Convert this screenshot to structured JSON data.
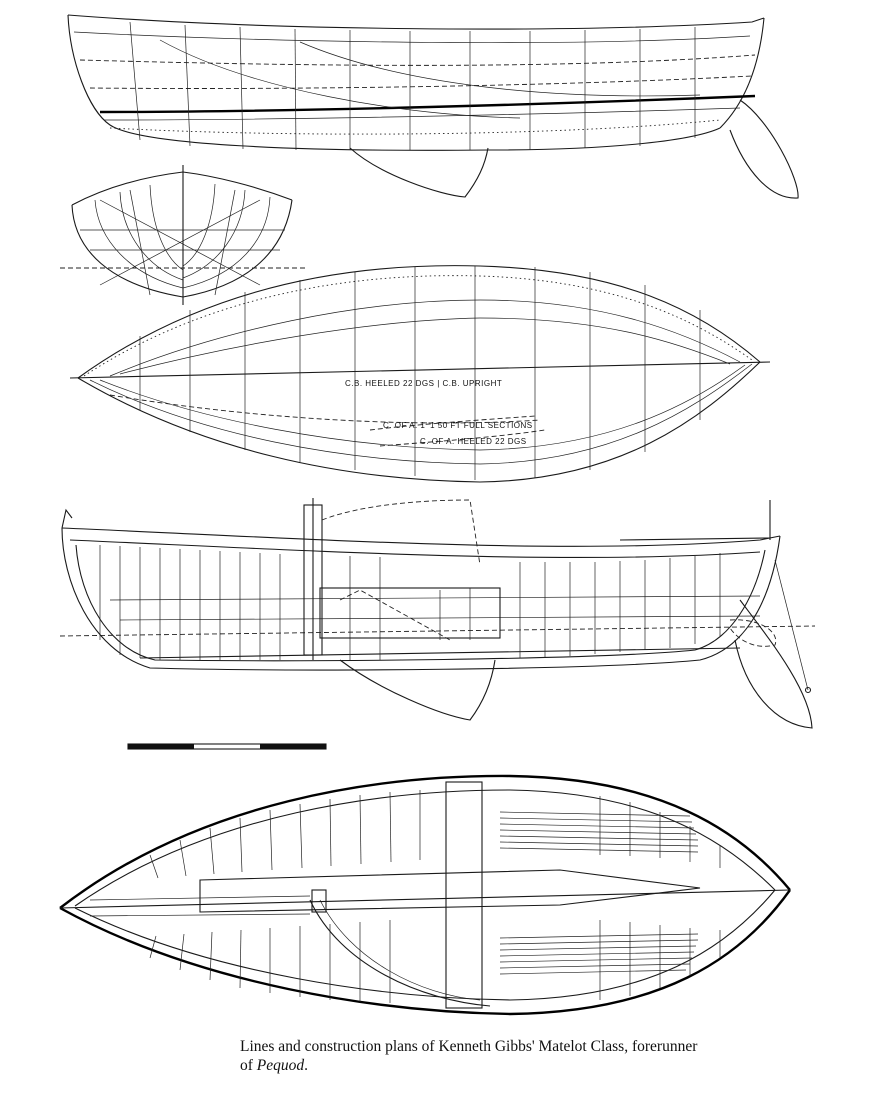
{
  "annotations": {
    "cb_heeled": "C.B. HEELED 22 DGS | C.B. UPRIGHT",
    "coa_full": "C. OF A. 1' 1 50 FT FULL SECTIONS",
    "coa_heeled": "C. OF A. HEELED 22 DGS"
  },
  "caption": {
    "line1": "Lines and construction plans of Kenneth Gibbs' Matelot Class, forerunner",
    "line2_prefix": "of ",
    "line2_italic": "Pequod",
    "line2_suffix": "."
  }
}
